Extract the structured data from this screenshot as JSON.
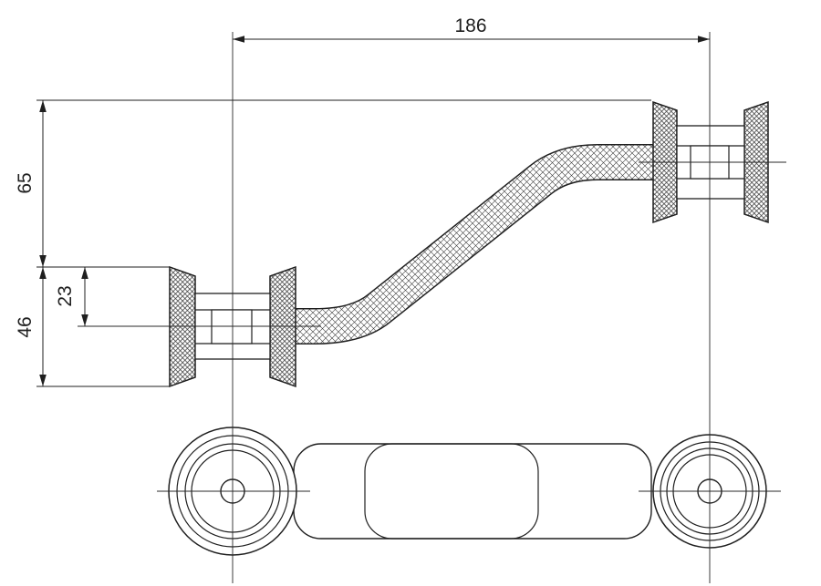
{
  "drawing": {
    "description": "technical-drawing-two-views-z-link-with-bushings",
    "dimensions": {
      "horizontal_span": "186",
      "upper_height": "65",
      "lower_height": "46",
      "half_height": "23"
    }
  },
  "colors": {
    "line": "#1f1f1f",
    "background": "#ffffff"
  }
}
